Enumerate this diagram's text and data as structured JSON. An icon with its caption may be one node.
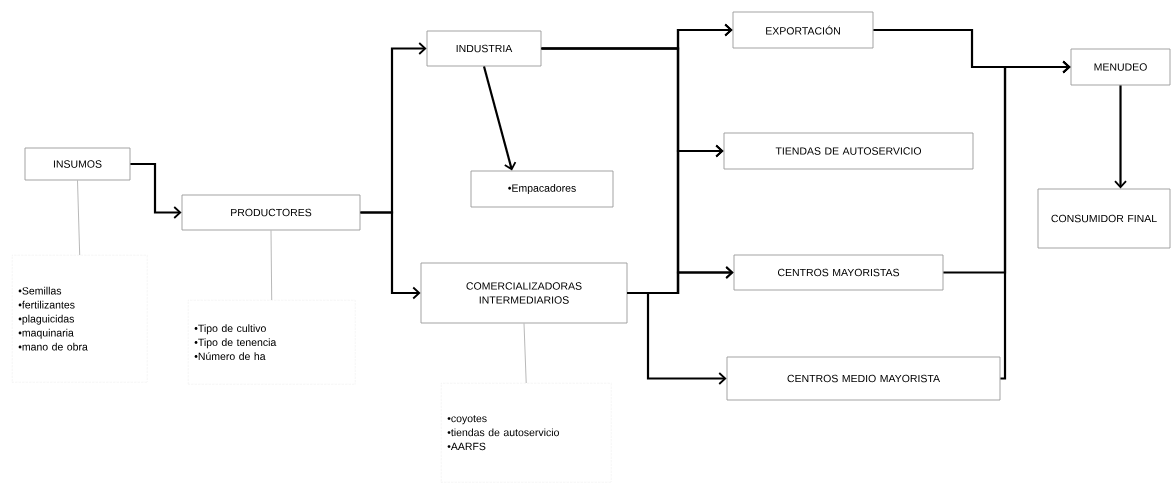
{
  "diagram": {
    "nodes": [
      {
        "text": [
          "INSUMOS"
        ]
      },
      {
        "text": [
          "•Semillas",
          "•fertilizantes",
          "•plaguicidas",
          "•maquinaria",
          "•mano de obra"
        ]
      },
      {
        "text": [
          "PRODUCTORES"
        ]
      },
      {
        "text": [
          "•Tipo de cultivo",
          "•Tipo de tenencia",
          "•Número de ha"
        ]
      },
      {
        "text": [
          "INDUSTRIA"
        ]
      },
      {
        "text": [
          "•Empacadores"
        ]
      },
      {
        "text": [
          "COMERCIALIZADORAS INTERMEDIARIOS"
        ]
      },
      {
        "text": [
          "•coyotes",
          "•tiendas de autoservicio",
          "•AARFS"
        ]
      },
      {
        "text": [
          "EXPORTACIÓN"
        ]
      },
      {
        "text": [
          "TIENDAS DE AUTOSERVICIO"
        ]
      },
      {
        "text": [
          "CENTROS MAYORISTAS"
        ]
      },
      {
        "text": [
          "CENTROS MEDIO MAYORISTA"
        ]
      },
      {
        "text": [
          "MENUDEO"
        ]
      },
      {
        "text": [
          "CONSUMIDOR FINAL"
        ]
      }
    ],
    "edges": [
      {
        "from": 0,
        "to": 2,
        "arrow": "to"
      },
      {
        "from": 0,
        "to": 1,
        "arrow": "none",
        "color": "#a6a6a6"
      },
      {
        "from": 2,
        "to": 3,
        "arrow": "none",
        "color": "#a6a6a6"
      },
      {
        "from": 2,
        "to": 4,
        "arrow": "to"
      },
      {
        "from": 2,
        "to": 6,
        "arrow": "to"
      },
      {
        "from": 4,
        "to": 5,
        "arrow": "to"
      },
      {
        "from": 4,
        "to": 8,
        "arrow": "to"
      },
      {
        "from": 4,
        "to": 9,
        "arrow": "to"
      },
      {
        "from": 4,
        "to": 10,
        "arrow": "to"
      },
      {
        "from": 6,
        "to": 8,
        "arrow": "to"
      },
      {
        "from": 6,
        "to": 9,
        "arrow": "to"
      },
      {
        "from": 6,
        "to": 10,
        "arrow": "to"
      },
      {
        "from": 6,
        "to": 11,
        "arrow": "to"
      },
      {
        "from": 6,
        "to": 7,
        "arrow": "none",
        "color": "#a6a6a6"
      },
      {
        "from": 8,
        "to": 12,
        "arrow": "to"
      },
      {
        "from": 10,
        "to": 12,
        "arrow": "to"
      },
      {
        "from": 11,
        "to": 12,
        "arrow": "to"
      },
      {
        "from": 12,
        "to": 13,
        "arrow": "to"
      }
    ]
  }
}
